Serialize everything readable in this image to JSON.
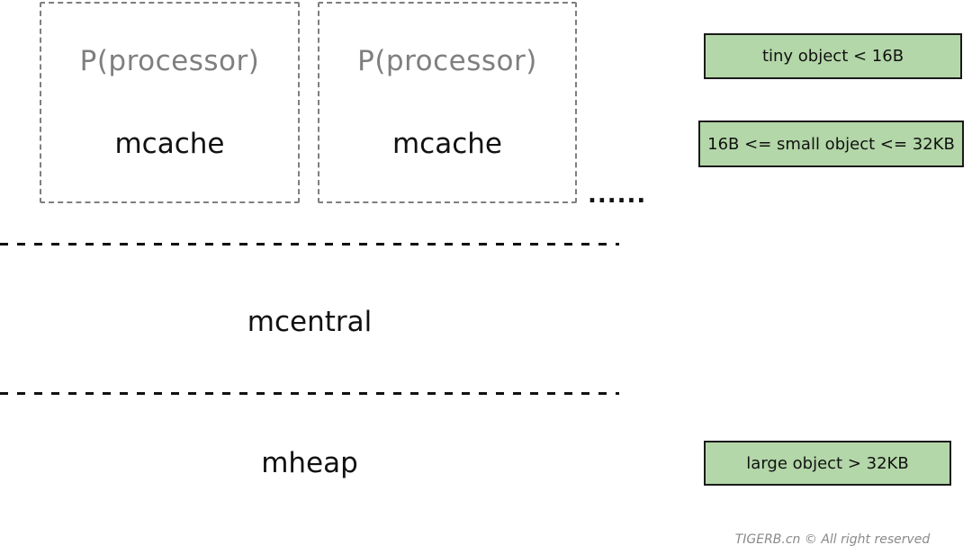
{
  "diagram": {
    "processors": [
      {
        "title": "P(processor)",
        "cache": "mcache"
      },
      {
        "title": "P(processor)",
        "cache": "mcache"
      }
    ],
    "ellipsis": "......",
    "mcentral_label": "mcentral",
    "mheap_label": "mheap",
    "legend": [
      {
        "label": "tiny object < 16B"
      },
      {
        "label": "16B <= small object <= 32KB"
      },
      {
        "label": "large object > 32KB"
      }
    ],
    "footer": "TIGERB.cn © All right reserved"
  },
  "colors": {
    "legend-fill": "#b3d7a8",
    "legend-border": "#1a1a1a",
    "dashed-box-border": "#7f7f7f",
    "processor-text": "#7f7f7f",
    "text": "#111111",
    "footer-text": "#8a8a8a"
  }
}
